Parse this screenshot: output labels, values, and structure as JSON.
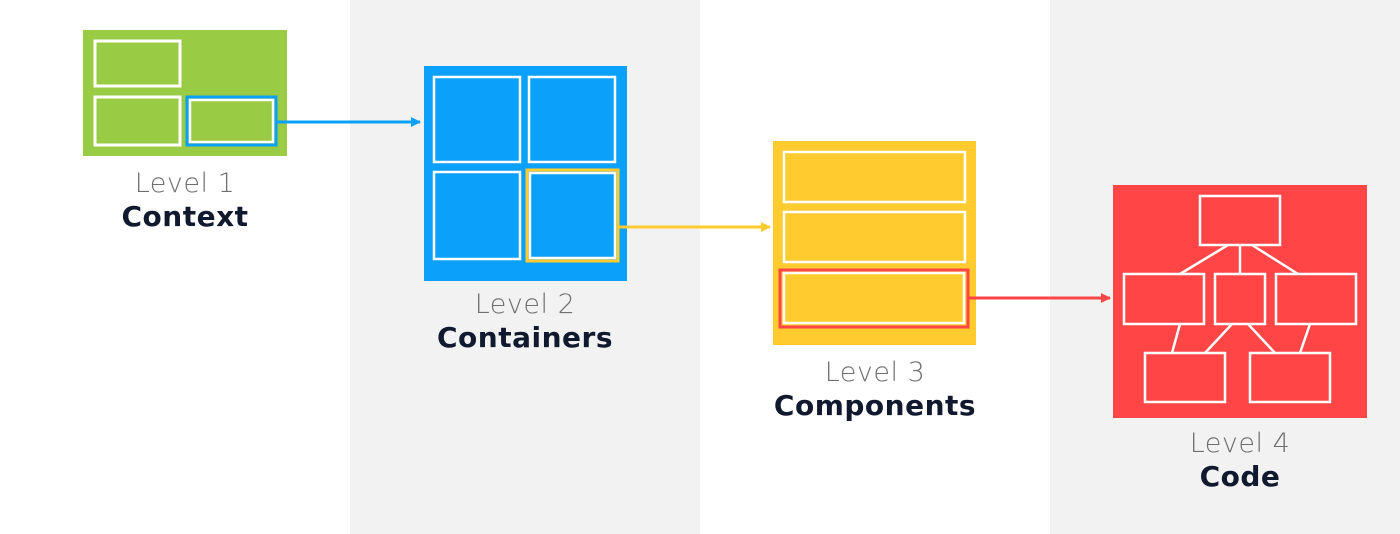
{
  "colors": {
    "context": "#9acb44",
    "containers": "#0ba0f9",
    "components": "#ffcb2e",
    "code": "#ff4545",
    "band": "#f2f2f2",
    "outline": "#ffffff"
  },
  "levels": [
    {
      "number": "Level 1",
      "name": "Context"
    },
    {
      "number": "Level 2",
      "name": "Containers"
    },
    {
      "number": "Level 3",
      "name": "Components"
    },
    {
      "number": "Level 4",
      "name": "Code"
    }
  ]
}
